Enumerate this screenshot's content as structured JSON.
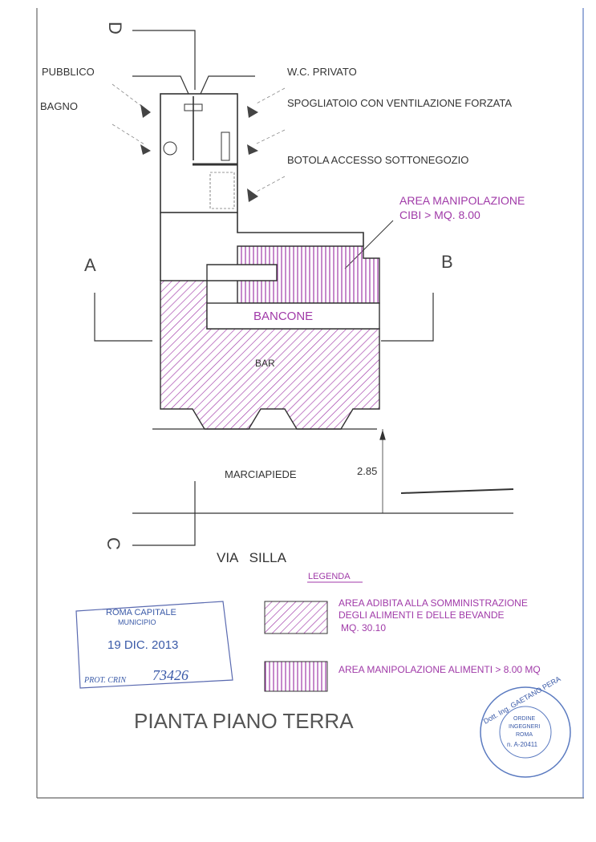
{
  "section_markers": {
    "a": "A",
    "b": "B",
    "c": "C",
    "d": "D"
  },
  "labels": {
    "pubblico": "PUBBLICO",
    "bagno": "BAGNO",
    "wc_privato": "W.C. PRIVATO",
    "spogliatoio": "SPOGLIATOIO CON VENTILAZIONE  FORZATA",
    "botola": "BOTOLA ACCESSO SOTTONEGOZIO",
    "area_manipolazione_line1": "AREA MANIPOLAZIONE",
    "area_manipolazione_line2": "CIBI > MQ. 8.00",
    "bancone": "BANCONE",
    "bar": "BAR",
    "marciapiede": "MARCIAPIEDE",
    "dimension": "2.85",
    "street": "VIA   SILLA"
  },
  "legend": {
    "title": "LEGENDA",
    "items": [
      {
        "line1": "AREA ADIBITA ALLA SOMMINISTRAZIONE",
        "line2": "DEGLI ALIMENTI E DELLE BEVANDE",
        "line3": "MQ. 30.10",
        "pattern": "diagonal"
      },
      {
        "line1": "AREA MANIPOLAZIONE  ALIMENTI > 8.00 MQ",
        "pattern": "vertical"
      }
    ]
  },
  "stamp": {
    "line1": "ROMA CAPITALE",
    "line2": "MUNICIPIO",
    "date": "19 DIC. 2013",
    "prot_label": "PROT. CRIN",
    "prot_number": "73426"
  },
  "title": "PIANTA PIANO TERRA",
  "seal": {
    "outer_text": "Dott. Ing. GAETANO PERA",
    "inner_line1": "ORDINE",
    "inner_line2": "INGEGNERI",
    "inner_line3": "ROMA",
    "inner_line4": "n. A-20411"
  },
  "colors": {
    "hatch": "#a03aa8",
    "stamp_blue": "#3a5aa8",
    "line": "#333333"
  }
}
